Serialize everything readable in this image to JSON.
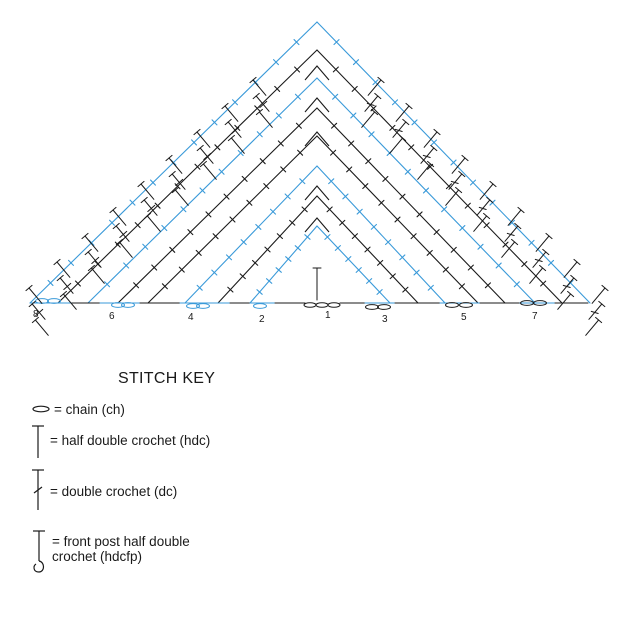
{
  "diagram": {
    "row_numbers": [
      "1",
      "2",
      "3",
      "4",
      "5",
      "6",
      "7",
      "8"
    ],
    "colors": {
      "ink": "#1a1a1a",
      "accent": "#3a9ad9"
    }
  },
  "key": {
    "title": "STITCH KEY",
    "items": [
      {
        "icon": "chain-stitch-icon",
        "label": "= chain (ch)"
      },
      {
        "icon": "half-double-crochet-icon",
        "label": "= half double crochet (hdc)"
      },
      {
        "icon": "double-crochet-icon",
        "label": "= double crochet (dc)"
      },
      {
        "icon": "front-post-hdc-icon",
        "label_line1": "= front post half double",
        "label_line2": "crochet (hdcfp)"
      }
    ]
  }
}
